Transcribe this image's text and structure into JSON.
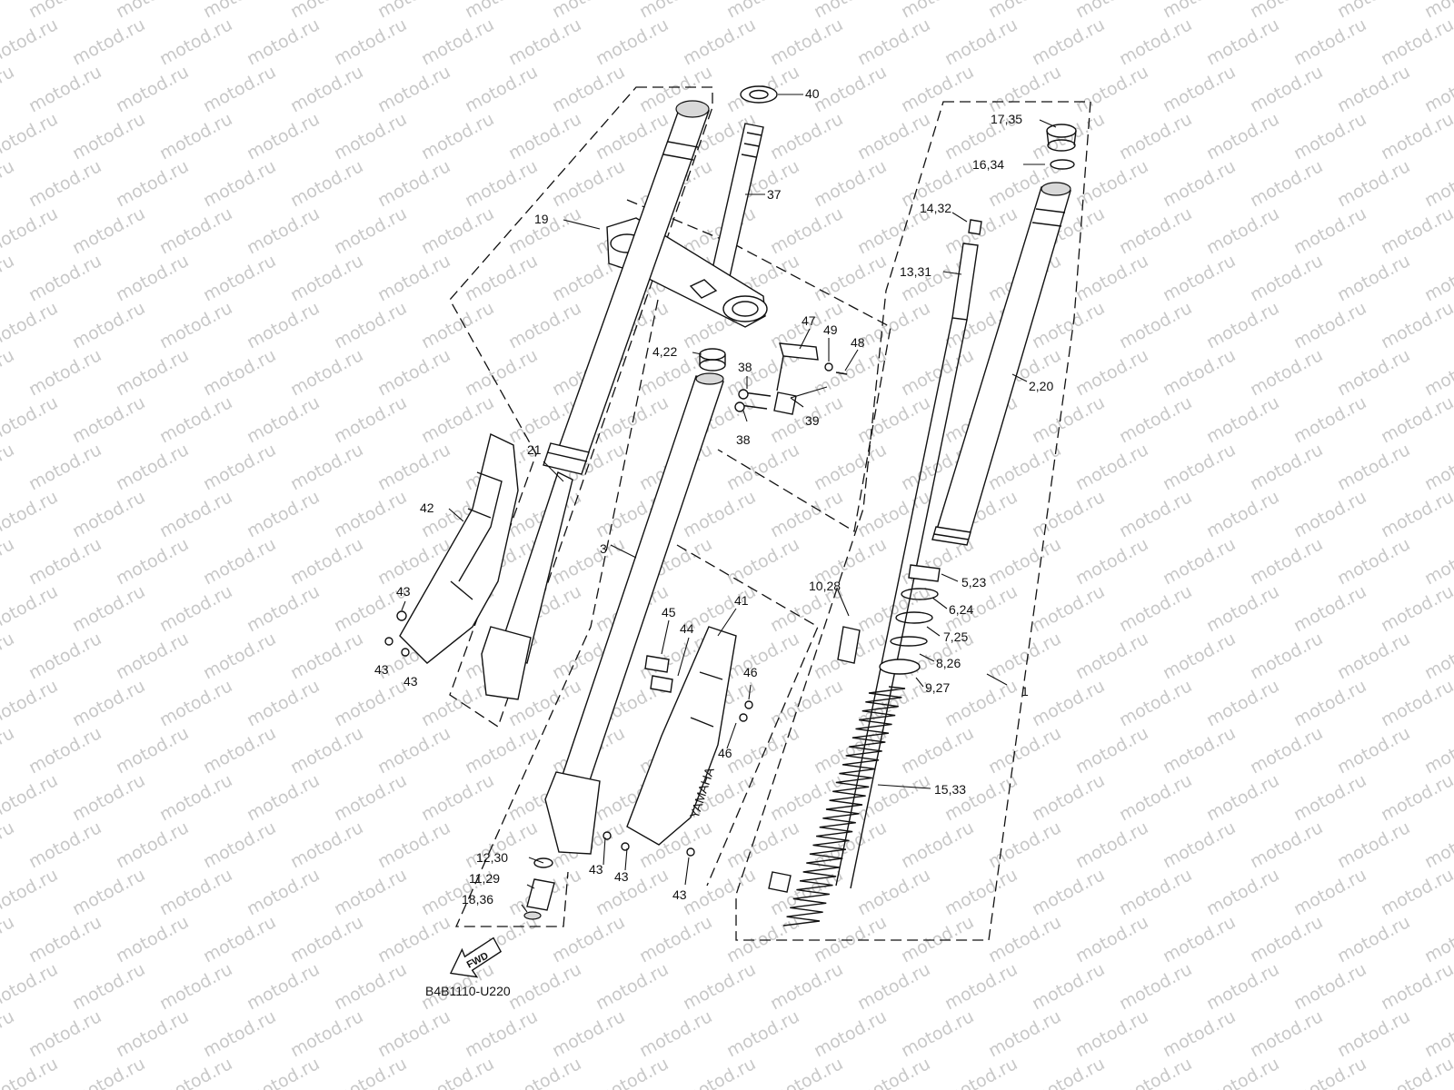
{
  "watermark": "motod.ru",
  "diagram_code": "B4B1110-U220",
  "fwd_label": "FWD",
  "brand_text": "YAMAHA",
  "callouts": [
    {
      "id": "c40",
      "label": "40"
    },
    {
      "id": "c17_35",
      "label": "17,35"
    },
    {
      "id": "c16_34",
      "label": "16,34"
    },
    {
      "id": "c37",
      "label": "37"
    },
    {
      "id": "c19",
      "label": "19"
    },
    {
      "id": "c14_32",
      "label": "14,32"
    },
    {
      "id": "c13_31",
      "label": "13,31"
    },
    {
      "id": "c47",
      "label": "47"
    },
    {
      "id": "c49",
      "label": "49"
    },
    {
      "id": "c48",
      "label": "48"
    },
    {
      "id": "c4_22",
      "label": "4,22"
    },
    {
      "id": "c38a",
      "label": "38"
    },
    {
      "id": "c39",
      "label": "39"
    },
    {
      "id": "c38b",
      "label": "38"
    },
    {
      "id": "c2_20",
      "label": "2,20"
    },
    {
      "id": "c21",
      "label": "21"
    },
    {
      "id": "c42",
      "label": "42"
    },
    {
      "id": "c3",
      "label": "3"
    },
    {
      "id": "c5_23",
      "label": "5,23"
    },
    {
      "id": "c10_28",
      "label": "10,28"
    },
    {
      "id": "c6_24",
      "label": "6,24"
    },
    {
      "id": "c41",
      "label": "41"
    },
    {
      "id": "c45",
      "label": "45"
    },
    {
      "id": "c44",
      "label": "44"
    },
    {
      "id": "c7_25",
      "label": "7,25"
    },
    {
      "id": "c43a",
      "label": "43"
    },
    {
      "id": "c8_26",
      "label": "8,26"
    },
    {
      "id": "c43b",
      "label": "43"
    },
    {
      "id": "c43c",
      "label": "43"
    },
    {
      "id": "c46a",
      "label": "46"
    },
    {
      "id": "c9_27",
      "label": "9,27"
    },
    {
      "id": "c1",
      "label": "1"
    },
    {
      "id": "c46b",
      "label": "46"
    },
    {
      "id": "c15_33",
      "label": "15,33"
    },
    {
      "id": "c12_30",
      "label": "12,30"
    },
    {
      "id": "c43d",
      "label": "43"
    },
    {
      "id": "c43e",
      "label": "43"
    },
    {
      "id": "c11_29",
      "label": "11,29"
    },
    {
      "id": "c43f",
      "label": "43"
    },
    {
      "id": "c18_36",
      "label": "18,36"
    }
  ]
}
